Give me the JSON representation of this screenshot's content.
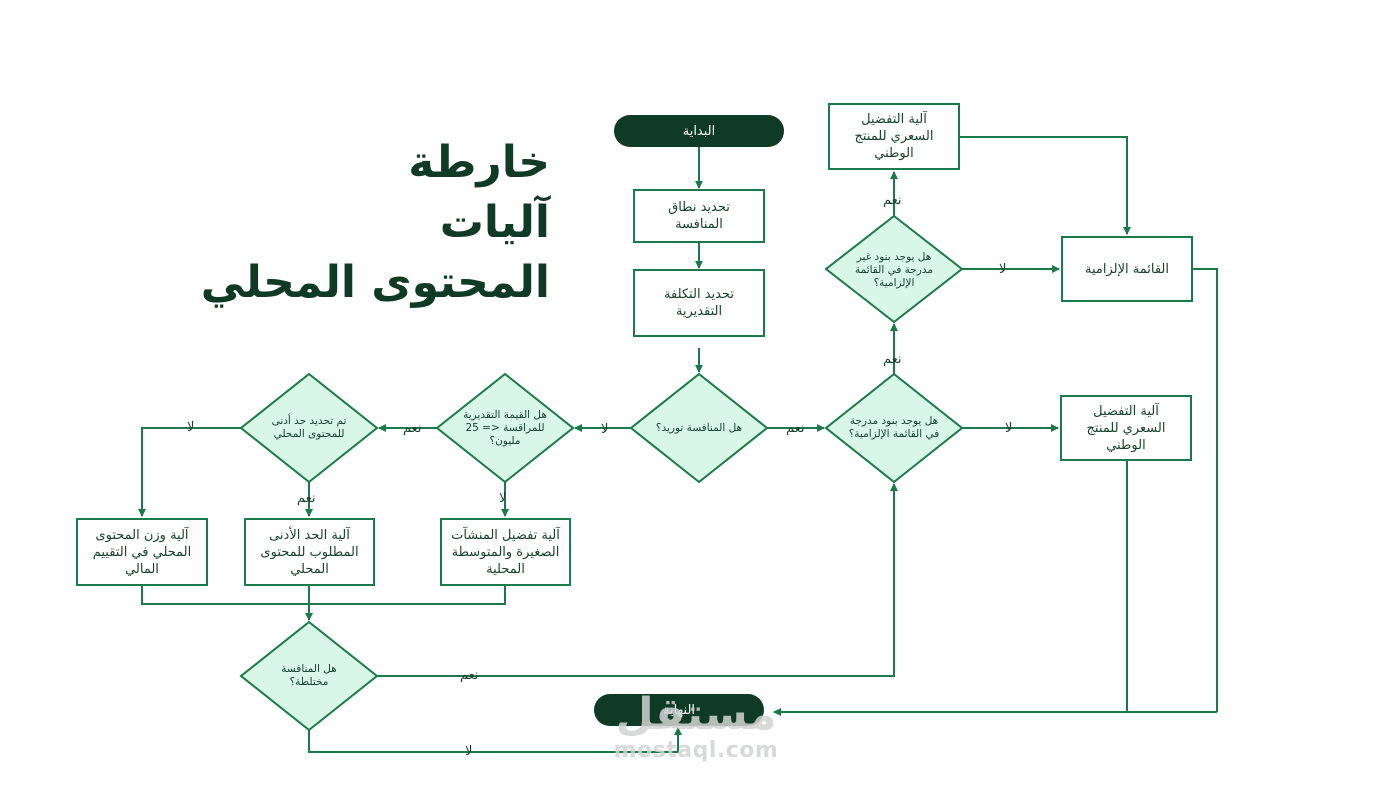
{
  "title": {
    "line1": "خارطة",
    "line2": "آليات",
    "line3": "المحتوى المحلي"
  },
  "nodes": {
    "start": "البداية",
    "scope": "تحديد نطاق المنافسة",
    "estimate": "تحديد التكلفة التقديرية",
    "q_supply": "هل المنافسة توريد؟",
    "q_value": "هل القيمة التقديرية للمراقسة <= 25 مليون؟",
    "q_min": "تم تحديد حد أدنى للمحتوى المحلي",
    "q_items": "هل يوجد بنود مدرجة في القائمة الإلزامية؟",
    "q_other_items": "هل يوجد بنود غير مدرجة في القائمة الإلزامية؟",
    "price_pref_top": "آلية التفضيل السعري للمنتج الوطني",
    "mandatory_list": "القائمة الإلزامية",
    "price_pref_mid": "آلية التفضيل السعري للمنتج الوطني",
    "sme_pref": "آلية تفضيل المنشآت الصغيرة والمتوسطة المحلية",
    "min_req": "آلية الحد الأدنى المطلوب للمحتوى المحلي",
    "weight": "آلية وزن المحتوى المحلي في التقييم المالي",
    "q_mixed": "هل المنافسة مختلطة؟",
    "end": "النهاية"
  },
  "labels": {
    "yes": "نعم",
    "no": "لا"
  },
  "watermark": {
    "arabic": "مستقل",
    "latin": "mostaql.com"
  },
  "colors": {
    "line": "#1a7a4a",
    "diamond_fill": "#d9f7e6",
    "dark": "#0f3a26"
  }
}
